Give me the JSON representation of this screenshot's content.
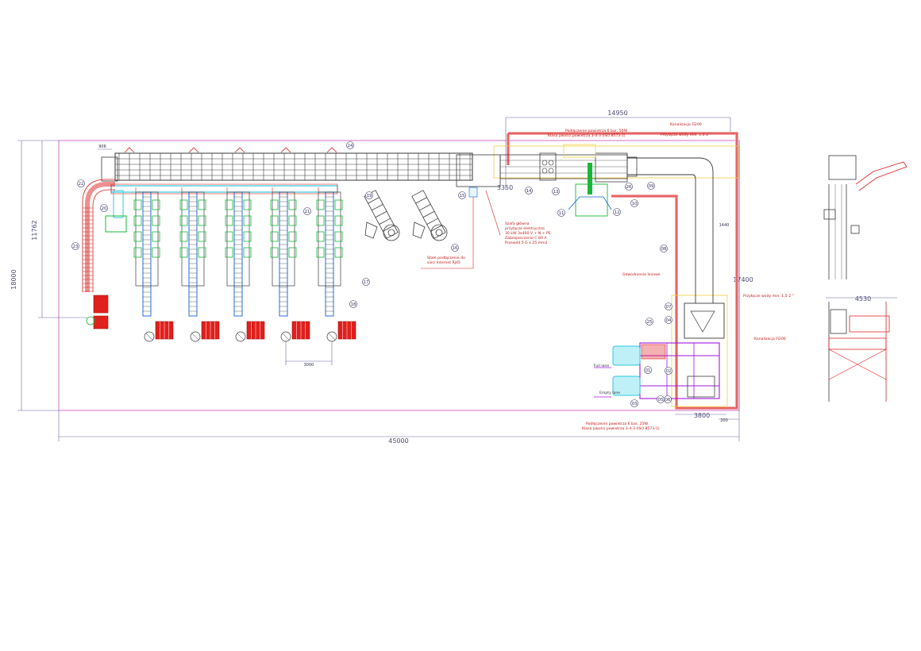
{
  "dimensions": {
    "overall_length": "45000",
    "overall_width": "18000",
    "inner_width": "11762",
    "top_length": "14950",
    "right_height": "17400",
    "left_offset": "906",
    "spacing": "3000",
    "bottom_right": "3800",
    "corner": "200",
    "gap_a": "3350",
    "gap_b": "1440",
    "side_width": "4530"
  },
  "notes": {
    "air_top": [
      "Podłączenie powietrza 6 bar, 50Nl",
      "Klasa jakości powietrza 3-4-3 (ISO 8573-1)"
    ],
    "air_bottom": [
      "Podłączenie powietrza 6 bar, 25Nl",
      "Klasa jakości powietrza 3-4-3 (ISO 8573-1)"
    ],
    "sewer_top": "Kanalizacja Fi200",
    "sewer_right": "Kanalizacja Fi200",
    "water_top": "Przyłącze wody min. 1,5-2 \"",
    "water_right": "Przyłącze wody min. 1,5-2 \"",
    "power": [
      "Szafa główna",
      "przyłącze elektryczne",
      "30 kW 3x400 V + N + PE",
      "Zabezpieczenie C 80 A",
      "Przewód 5 G x 25 mm2"
    ],
    "internet": [
      "Stałe podłączenie do",
      "sieci Internet RJ45"
    ],
    "drain": "Odwodnienie liniowe",
    "full_label": "Full lane",
    "empty_label": "Empty lane"
  },
  "balloons": [
    "01",
    "02",
    "03",
    "04",
    "05",
    "06",
    "07",
    "08",
    "09",
    "10",
    "11",
    "12",
    "13",
    "14",
    "15",
    "16",
    "17",
    "18",
    "19",
    "20",
    "21",
    "22",
    "23",
    "24",
    "25",
    "26"
  ],
  "colors": {
    "machine": "#3a3a3a",
    "conveyor_blue": "#1060d8",
    "cyan_belt": "#30c8e0",
    "crate_red": "#e0201c",
    "robot_green": "#18b838",
    "boundary": "#d070c8",
    "route_red": "#e02020",
    "route_pink": "#f0a0a0",
    "purple": "#a018e0",
    "dimension": "#6868a0"
  }
}
